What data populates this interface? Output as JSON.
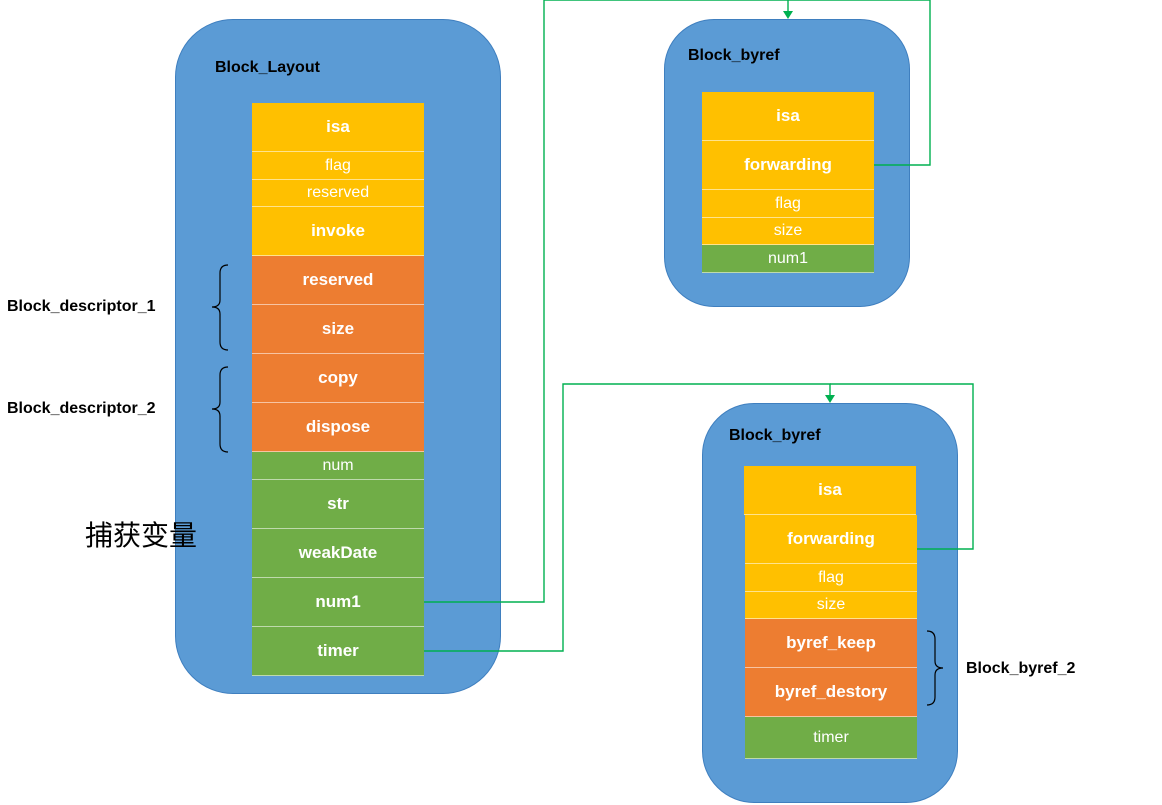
{
  "block_layout": {
    "title": "Block_Layout",
    "fields": [
      {
        "label": "isa",
        "color": "yellow",
        "bold": true
      },
      {
        "label": "flag",
        "color": "yellow",
        "bold": false
      },
      {
        "label": "reserved",
        "color": "yellow",
        "bold": false
      },
      {
        "label": "invoke",
        "color": "yellow",
        "bold": true
      },
      {
        "label": "reserved",
        "color": "orange",
        "bold": true
      },
      {
        "label": "size",
        "color": "orange",
        "bold": true
      },
      {
        "label": "copy",
        "color": "orange",
        "bold": true
      },
      {
        "label": "dispose",
        "color": "orange",
        "bold": true
      },
      {
        "label": "num",
        "color": "green",
        "bold": false
      },
      {
        "label": "str",
        "color": "green",
        "bold": true
      },
      {
        "label": "weakDate",
        "color": "green",
        "bold": true
      },
      {
        "label": "num1",
        "color": "green",
        "bold": true
      },
      {
        "label": "timer",
        "color": "green",
        "bold": true
      }
    ]
  },
  "byref_1": {
    "title": "Block_byref",
    "fields": [
      {
        "label": "isa",
        "color": "yellow",
        "bold": true
      },
      {
        "label": "forwarding",
        "color": "yellow",
        "bold": true
      },
      {
        "label": "flag",
        "color": "yellow",
        "bold": false
      },
      {
        "label": "size",
        "color": "yellow",
        "bold": false
      },
      {
        "label": "num1",
        "color": "green",
        "bold": false
      }
    ]
  },
  "byref_2": {
    "title": "Block_byref",
    "fields": [
      {
        "label": "isa",
        "color": "yellow",
        "bold": true
      },
      {
        "label": "forwarding",
        "color": "yellow",
        "bold": true
      },
      {
        "label": "flag",
        "color": "yellow",
        "bold": false
      },
      {
        "label": "size",
        "color": "yellow",
        "bold": false
      },
      {
        "label": "byref_keep",
        "color": "orange",
        "bold": true
      },
      {
        "label": "byref_destory",
        "color": "orange",
        "bold": true
      },
      {
        "label": "timer",
        "color": "green",
        "bold": false
      }
    ]
  },
  "labels": {
    "descriptor_1": "Block_descriptor_1",
    "descriptor_2": "Block_descriptor_2",
    "captured_vars": "捕获变量",
    "byref_2": "Block_byref_2"
  },
  "colors": {
    "panel": "#5b9bd5",
    "yellow": "#ffc000",
    "orange": "#ed7d31",
    "green": "#70ad47",
    "connector": "#00b050"
  }
}
